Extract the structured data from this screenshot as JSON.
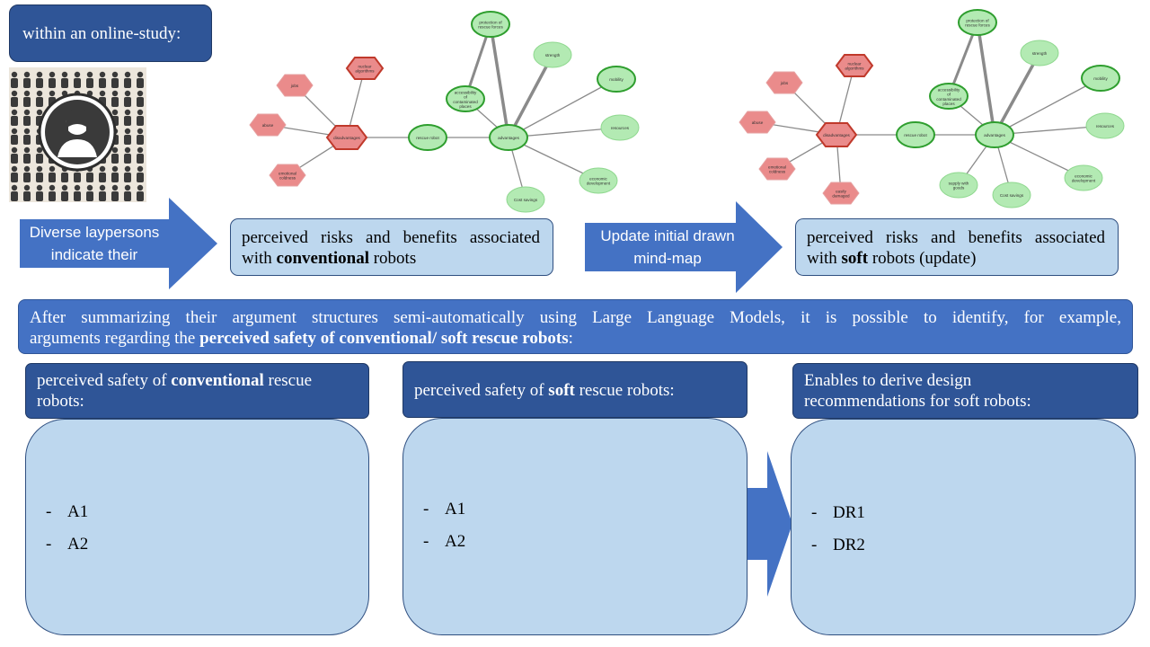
{
  "top_left": {
    "study_label": "within an online-study:"
  },
  "flow": {
    "arrow1_text": "Diverse laypersons indicate their",
    "box1": {
      "pre": "perceived risks and benefits associated with",
      "bold": "conventional",
      "post": "robots"
    },
    "arrow2_text": "Update initial drawn mind-map",
    "box2": {
      "pre": "perceived risks and benefits associated with",
      "bold": "soft",
      "post": "robots (update)"
    }
  },
  "summary": {
    "line1": "After summarizing their argument structures semi-automatically using Large Language Models, it is possible to identify, for example,",
    "line2_pre": "arguments regarding the",
    "line2_bold": "perceived safety of conventional/ soft rescue robots",
    "line2_post": ":"
  },
  "columns": [
    {
      "header_pre": "perceived safety of",
      "header_bold": "conventional",
      "header_post": "rescue robots:",
      "items": [
        "A1",
        "A2"
      ]
    },
    {
      "header_pre": "perceived safety of",
      "header_bold": "soft",
      "header_post": "rescue robots:",
      "items": [
        "A1",
        "A2"
      ]
    },
    {
      "header_pre": "Enables to derive design recommendations for soft robots:",
      "header_bold": "",
      "header_post": "",
      "items": [
        "DR1",
        "DR2"
      ]
    }
  ],
  "mindmap1": {
    "risk_nodes": [
      "nuclear algorithms",
      "jobs",
      "abuse",
      "emotional coldness"
    ],
    "risk_center": "disadvantages",
    "link_node": "rescue robot",
    "benefit_center": "advantages",
    "benefit_nodes": [
      "protection of rescue forces",
      "strength",
      "accessibility of contaminated places",
      "mobility",
      "resources",
      "economic development",
      "Cost savings"
    ]
  },
  "mindmap2": {
    "risk_nodes": [
      "nuclear algorithms",
      "jobs",
      "abuse",
      "emotional coldness",
      "easily damaged"
    ],
    "risk_center": "disadvantages",
    "link_node": "rescue robot",
    "benefit_center": "advantages",
    "benefit_nodes": [
      "protection of rescue forces",
      "strength",
      "accessibility of contaminated places",
      "mobility",
      "resources",
      "economic development",
      "Cost savings",
      "supply with goods"
    ]
  },
  "colors": {
    "dark_box": "#2f5597",
    "light_box": "#bdd7ee",
    "arrow": "#4472c4",
    "risk_node": "#ea8b8b",
    "benefit_node": "#b3eab3"
  }
}
